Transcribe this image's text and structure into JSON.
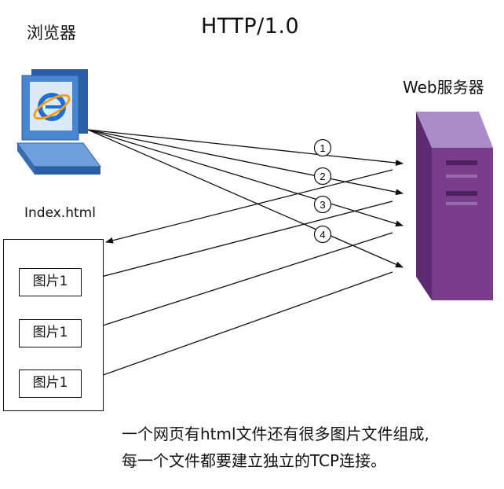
{
  "title": "HTTP/1.0",
  "browser_label": "浏览器",
  "server_label": "Web服务器",
  "page_label": "Index.html",
  "image_labels": [
    "图片1",
    "图片1",
    "图片1"
  ],
  "connections": [
    "1",
    "2",
    "3",
    "4"
  ],
  "caption": {
    "line1": "一个网页有html文件还有很多图片文件组成,",
    "line2": "每一个文件都要建立独立的TCP连接。"
  },
  "colors": {
    "monitor_blue": "#3a77c8",
    "server_purple": "#7a3c8c",
    "line": "#111111"
  },
  "icons": {
    "browser": "computer-with-ie-logo-icon",
    "server": "server-tower-icon"
  }
}
